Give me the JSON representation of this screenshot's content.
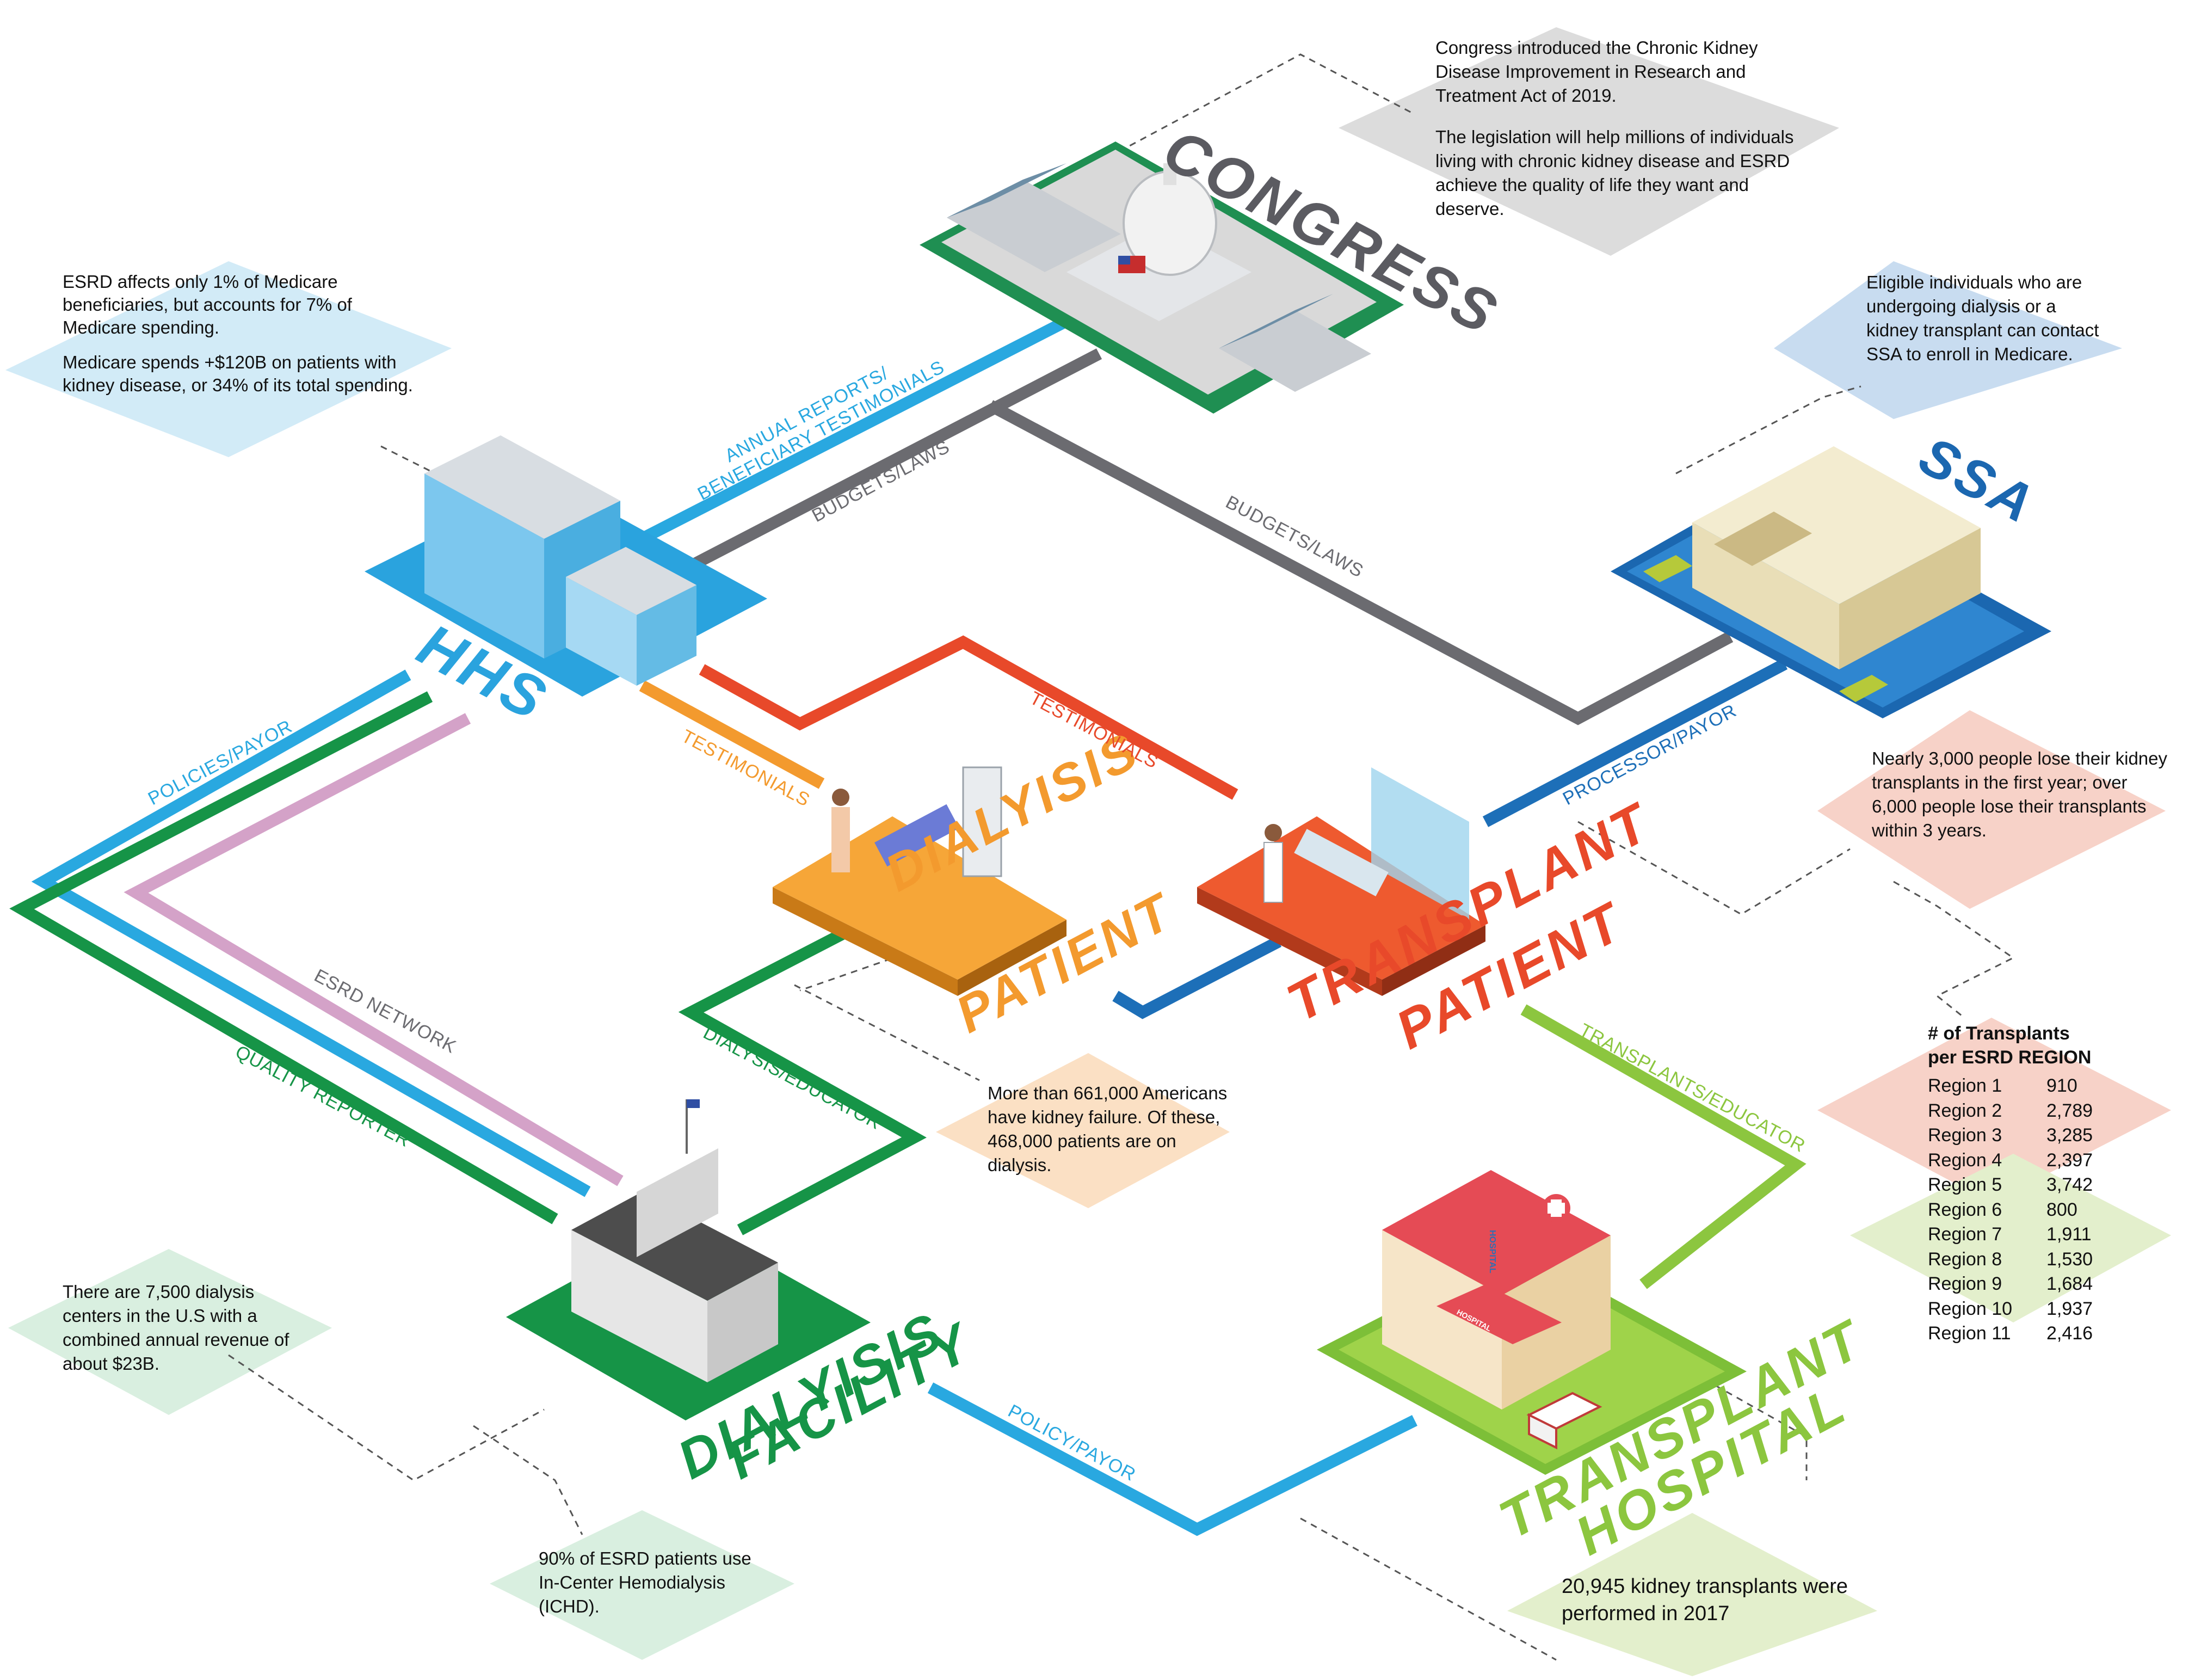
{
  "entities": {
    "congress": "CONGRESS",
    "hhs": "HHS",
    "ssa": "SSA",
    "dialysis_patient": [
      "DIALYISIS",
      "PATIENT"
    ],
    "transplant_patient": [
      "TRANSPLANT",
      "PATIENT"
    ],
    "dialysis_facility": [
      "DIALYISIS",
      "FACILITY"
    ],
    "transplant_hospital": [
      "TRANSPLANT",
      "HOSPITAL"
    ]
  },
  "building_signs": {
    "hospital_side": "HOSPITAL",
    "hospital_front": "HOSPITAL"
  },
  "flows": {
    "annual_reports": [
      "ANNUAL REPORTS/",
      "BENEFICIARY TESTIMONIALS"
    ],
    "budgets_laws_hhs": "BUDGETS/LAWS",
    "budgets_laws_ssa": "BUDGETS/LAWS",
    "testimonials_transplant": "TESTIMONIALS",
    "testimonials_dialysis": "TESTIMONIALS",
    "processor_payor": "PROCESSOR/PAYOR",
    "policies_payor": "POLICIES/PAYOR",
    "esrd_network": "ESRD NETWORK",
    "quality_reporter": "QUALITY REPORTER",
    "dialysis_educator": "DIALYSIS/EDUCATOR",
    "transplants_educator": "TRANSPLANTS/EDUCATOR",
    "policy_payor": "POLICY/PAYOR"
  },
  "notes": {
    "congress": [
      "Congress introduced the Chronic Kidney Disease Improvement in Research and Treatment Act of 2019.",
      "The legislation will help millions of individuals living with chronic kidney disease and ESRD achieve the quality of life they want and deserve."
    ],
    "hhs": [
      "ESRD affects only 1% of Medicare beneficiaries, but accounts for 7% of Medicare spending.",
      "Medicare spends +$120B on patients with kidney disease, or 34% of its total spending."
    ],
    "ssa": "Eligible individuals who are undergoing dialysis or a kidney transplant can contact SSA to enroll in Medicare.",
    "transplant_loss": "Nearly 3,000 people lose their kidney transplants in the first year; over 6,000 people lose their transplants within 3 years.",
    "dialysis_patient": "More than 661,000 Americans have kidney failure. Of these, 468,000 patients are on dialysis.",
    "centers": "There are 7,500 dialysis centers in the U.S with a combined annual revenue of about $23B.",
    "ichd": "90% of ESRD patients use In-Center Hemodialysis (ICHD).",
    "transplants_2017": "20,945 kidney transplants were performed in 2017"
  },
  "region_table": {
    "header": [
      "# of Transplants",
      "per ESRD REGION"
    ],
    "rows": [
      {
        "region": "Region 1",
        "count": "910"
      },
      {
        "region": "Region 2",
        "count": "2,789"
      },
      {
        "region": "Region 3",
        "count": "3,285"
      },
      {
        "region": "Region 4",
        "count": "2,397"
      },
      {
        "region": "Region 5",
        "count": "3,742"
      },
      {
        "region": "Region 6",
        "count": "800"
      },
      {
        "region": "Region 7",
        "count": "1,911"
      },
      {
        "region": "Region 8",
        "count": "1,530"
      },
      {
        "region": "Region 9",
        "count": "1,684"
      },
      {
        "region": "Region 10",
        "count": "1,937"
      },
      {
        "region": "Region 11",
        "count": "2,416"
      }
    ]
  },
  "colors": {
    "gray_flow": "#6b6b70",
    "blue_flow": "#29a8e0",
    "dark_blue_flow": "#1d6fb8",
    "red_flow": "#e8492a",
    "orange_flow": "#f39a2e",
    "green_flow": "#169447",
    "light_green_flow": "#8cc63f",
    "pink_flow": "#d4a2c8",
    "hhs_label": "#2aa3de",
    "ssa_label": "#1b67b0",
    "congress_label": "#5b5b61"
  }
}
